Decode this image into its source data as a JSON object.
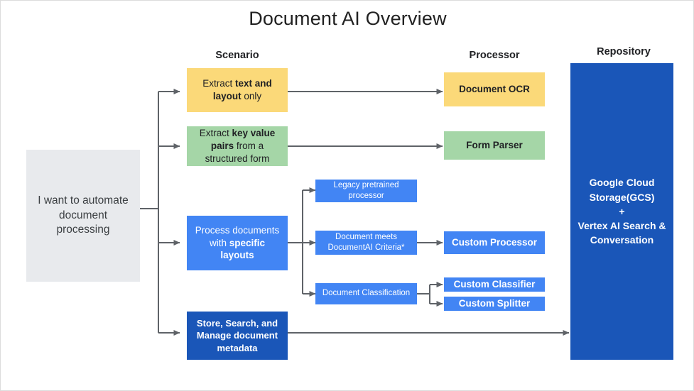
{
  "title": "Document AI Overview",
  "column_headers": [
    {
      "name": "scenario",
      "label": "Scenario"
    },
    {
      "name": "processor",
      "label": "Processor"
    },
    {
      "name": "repository",
      "label": "Repository"
    }
  ],
  "nodes": {
    "source": {
      "label": "I want to automate document processing"
    },
    "scenarios": [
      {
        "name": "extract-text-layout",
        "label_html": "Extract <b>text and layout</b> only",
        "color": "#fbd979"
      },
      {
        "name": "extract-key-value-pairs",
        "label_html": "Extract <b>key value pairs</b> from a structured form",
        "color": "#a5d6a7"
      },
      {
        "name": "process-specific-layouts",
        "label_html": "Process documents with <b>specific layouts</b>",
        "color": "#4285f4"
      },
      {
        "name": "store-search-manage",
        "label_html": "<b>Store, Search, and Manage</b> document <b>metadata</b>",
        "color": "#1a56b8"
      }
    ],
    "middle": [
      {
        "name": "legacy-pretrained-processor",
        "label": "Legacy pretrained processor",
        "color": "#4285f4"
      },
      {
        "name": "document-meets-criteria",
        "label": "Document meets DocumentAI Criteria*",
        "color": "#4285f4"
      },
      {
        "name": "document-classification",
        "label": "Document Classification",
        "color": "#4285f4"
      }
    ],
    "processors": [
      {
        "name": "document-ocr",
        "label": "Document OCR",
        "color": "#fbd979"
      },
      {
        "name": "form-parser",
        "label": "Form Parser",
        "color": "#a5d6a7"
      },
      {
        "name": "custom-processor",
        "label": "Custom Processor",
        "color": "#4285f4"
      },
      {
        "name": "custom-classifier",
        "label": "Custom Classifier",
        "color": "#4285f4"
      },
      {
        "name": "custom-splitter",
        "label": "Custom Splitter",
        "color": "#4285f4"
      }
    ],
    "repository": {
      "name": "repository-box",
      "lines": [
        "Google Cloud",
        "Storage(GCS)",
        "+",
        "Vertex AI Search &",
        "Conversation"
      ]
    }
  },
  "colors": {
    "arrow": "#5f6368",
    "canvas_border": "#dcdcdc",
    "blue": "#4285f4",
    "dark_blue": "#1a56b8",
    "yellow": "#fbd979",
    "green": "#a5d6a7",
    "gray": "#e8eaed"
  }
}
